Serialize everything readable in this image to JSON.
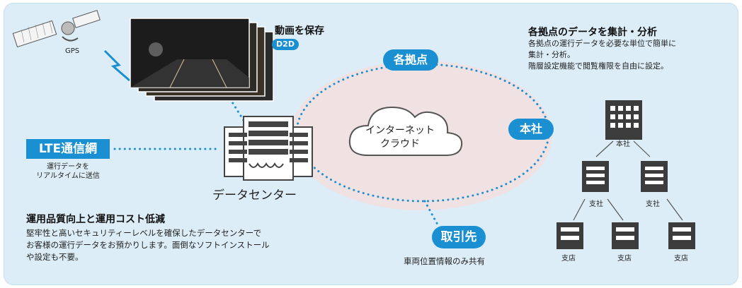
{
  "gps": {
    "label": "GPS"
  },
  "video": {
    "title": "動画を保存",
    "badge": "D2D"
  },
  "lte": {
    "label": "LTE通信網",
    "caption_line1": "運行データを",
    "caption_line2": "リアルタイムに送信"
  },
  "datacenter": {
    "label": "データセンター"
  },
  "cloud": {
    "line1": "インターネット",
    "line2": "クラウド"
  },
  "nodes": {
    "bases": "各拠点",
    "hq": "本社",
    "partner": "取引先"
  },
  "partner_caption": "車両位置情報のみ共有",
  "quality": {
    "title": "運用品質向上と運用コスト低減",
    "lines": [
      "堅牢性と高いセキュリティーレベルを確保したデータセンターで",
      "お客様の運行データをお預かりします。面倒なソフトインストール",
      "や設定も不要。"
    ]
  },
  "aggregate": {
    "title": "各拠点のデータを集計・分析",
    "lines": [
      "各拠点の運行データを必要な単位で簡単に",
      "集計・分析。",
      "階層設定機能で閲覧権限を自由に設定。"
    ]
  },
  "org": {
    "hq": "本社",
    "branch_a": "支社",
    "branch_b": "支社",
    "store_a": "支店",
    "store_b": "支店",
    "store_c": "支店"
  },
  "colors": {
    "accent": "#1a8fd1",
    "background": "#dcedf7",
    "cloud_area": "#f0e1e3",
    "building": "#3c3c3c"
  }
}
